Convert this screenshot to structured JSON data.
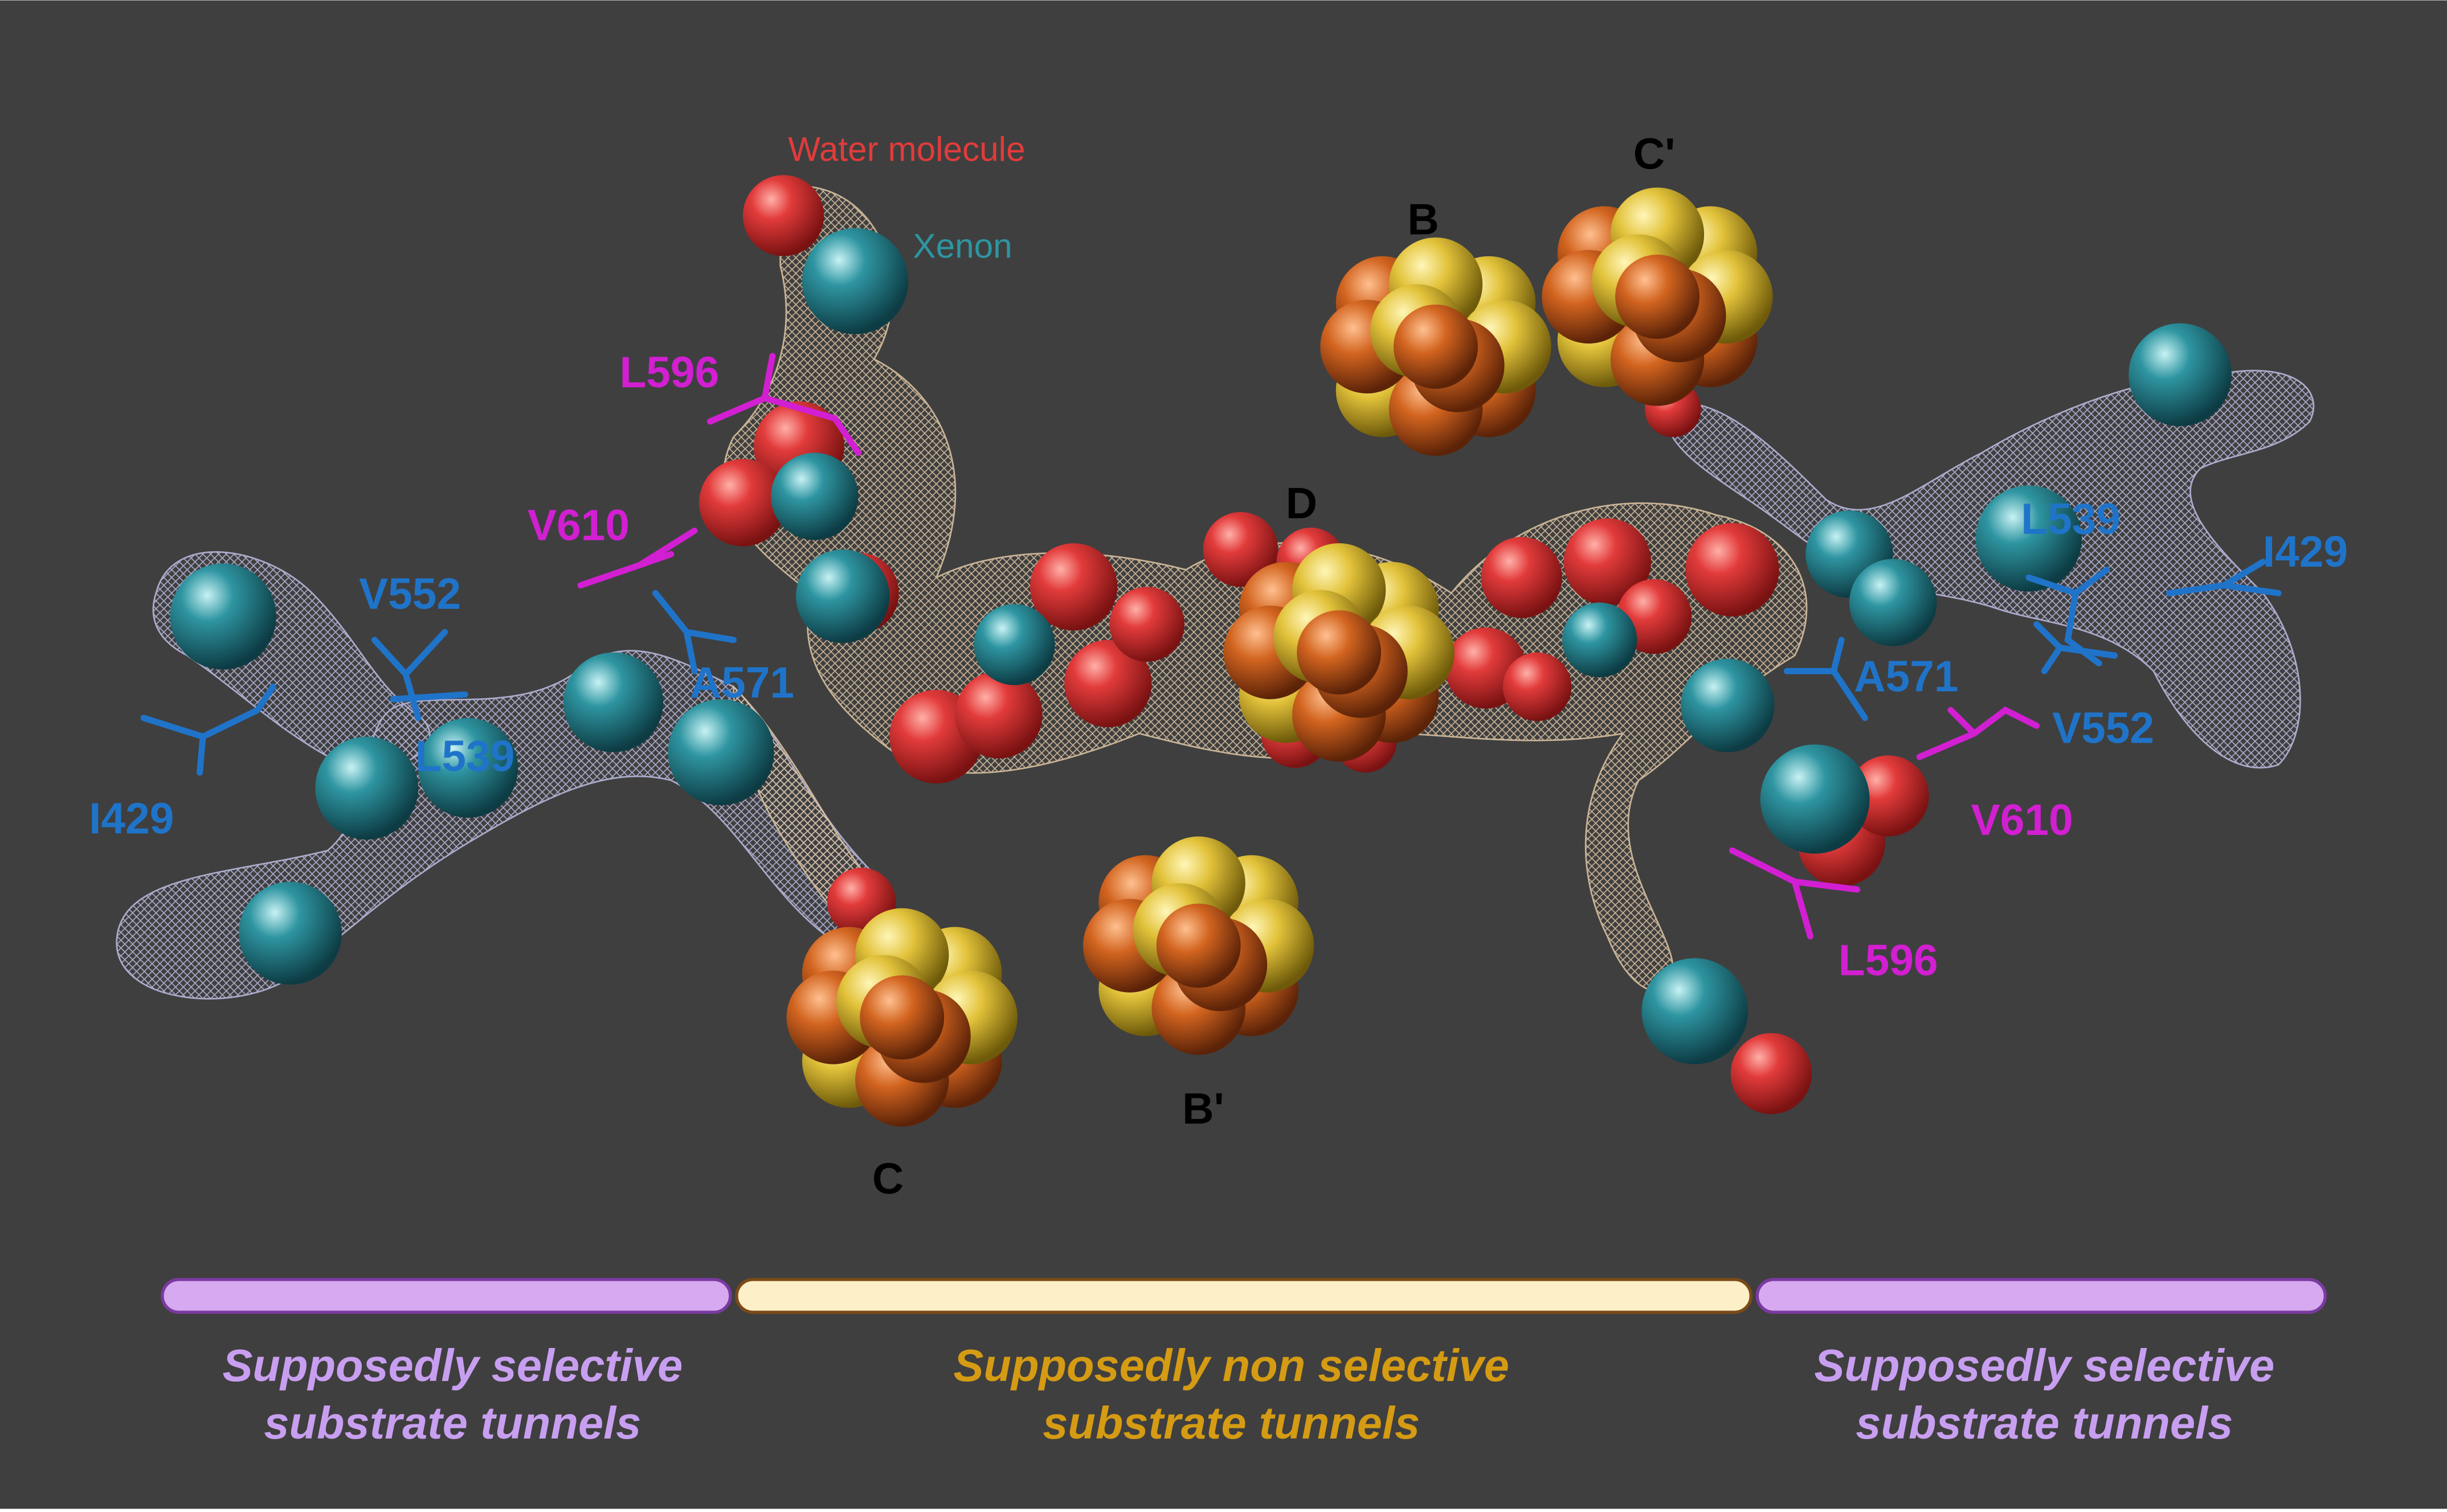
{
  "background": "#3f3f3f",
  "colors": {
    "water": "#e23b3b",
    "xenon": "#2e95a1",
    "sulfur": "#e2c23a",
    "iron": "#d2641f",
    "blue_residue": "#1f74c9",
    "magenta_residue": "#d21fd2",
    "mesh_selective": "#b7b7dc",
    "mesh_nonselective": "#d8c0a0",
    "bar_selective": "#d6a9f1",
    "bar_nonselective": "#fdf0c8",
    "text_selective": "#c89ff0",
    "text_nonselective": "#d59b13"
  },
  "legend": {
    "water_label": "Water molecule",
    "xenon_label": "Xenon"
  },
  "clusters": {
    "B": "B",
    "B_prime": "B'",
    "C": "C",
    "C_prime": "C'",
    "D": "D"
  },
  "residues_left": {
    "L596": "L596",
    "V610": "V610",
    "V552": "V552",
    "A571": "A571",
    "L539": "L539",
    "I429": "I429"
  },
  "residues_right": {
    "L539": "L539",
    "I429": "I429",
    "A571": "A571",
    "V552": "V552",
    "V610": "V610",
    "L596": "L596"
  },
  "tunnels": {
    "left": {
      "line1": "Supposedly selective",
      "line2": "substrate tunnels"
    },
    "middle": {
      "line1": "Supposedly non selective",
      "line2": "substrate tunnels"
    },
    "right": {
      "line1": "Supposedly selective",
      "line2": "substrate tunnels"
    }
  }
}
